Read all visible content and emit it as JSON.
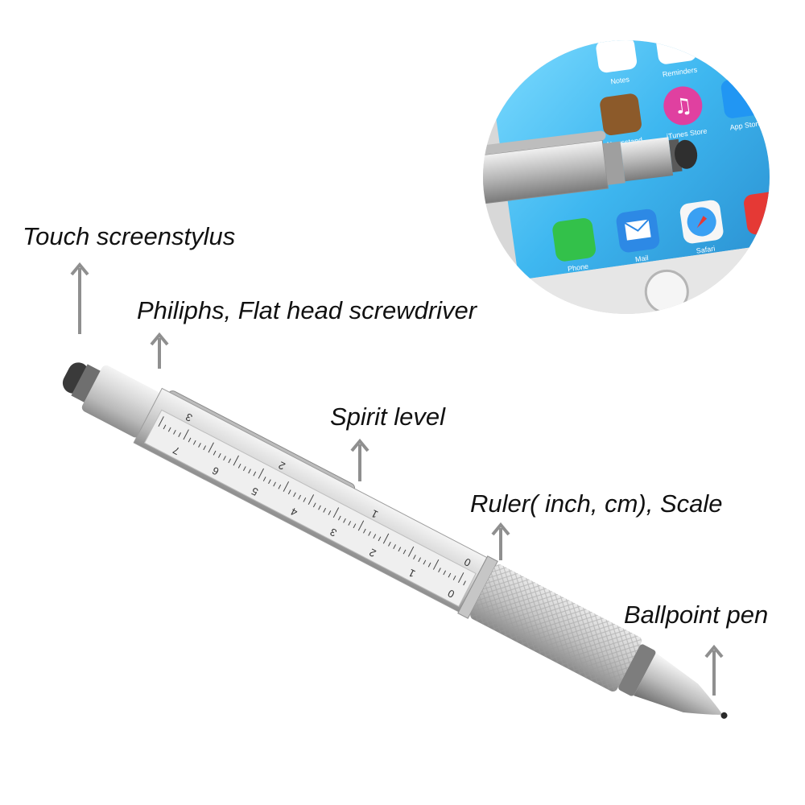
{
  "labels": {
    "stylus": "Touch screenstylus",
    "screwdriver": "Philiphs, Flat head screwdriver",
    "level": "Spirit level",
    "ruler": "Ruler( inch, cm), Scale",
    "pen": "Ballpoint pen"
  },
  "ruler_marks": {
    "inch": [
      "0",
      "1",
      "2",
      "3"
    ],
    "cm": [
      "0",
      "1",
      "2",
      "3",
      "4",
      "5",
      "6",
      "7"
    ]
  },
  "phone_apps": {
    "top_row": [
      "Notes",
      "Reminders"
    ],
    "middle_row": [
      "Newsstand",
      "iTunes Store",
      "App Store"
    ],
    "dock": [
      "Phone",
      "Mail",
      "Safari"
    ]
  },
  "colors": {
    "pen_body": "#c9c9c9",
    "arrow": "#8f8f8f",
    "screen_blue": "#4fc3f7"
  },
  "icons": [
    "up-arrow-icon",
    "notes-app-icon",
    "itunes-store-icon",
    "phone-app-icon",
    "mail-app-icon",
    "safari-app-icon"
  ]
}
